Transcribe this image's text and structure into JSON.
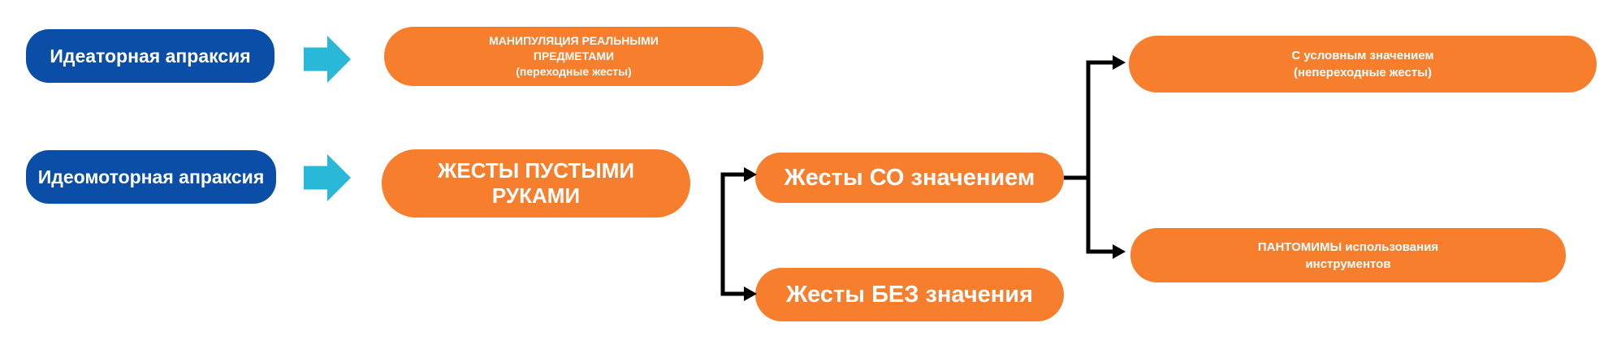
{
  "diagram_title": "",
  "colors": {
    "node_blue": "#0B4EA8",
    "node_orange": "#F77E2C",
    "flow_arrow_cyan": "#29B8D8",
    "connector_black": "#000000",
    "label_white": "#FFFFFF",
    "background": "#FFFFFF"
  },
  "icons": {
    "flow_arrow": "right-block-arrow",
    "connector_arrowhead": "right-arrowhead"
  },
  "nodes": {
    "ideational": {
      "label": "Идеаторная апраксия"
    },
    "ideomotor": {
      "label": "Идеомоторная апраксия"
    },
    "manipulation": {
      "label": "МАНИПУЛЯЦИЯ РЕАЛЬНЫМИ\nПРЕДМЕТАМИ\n(переходные жесты)"
    },
    "empty_hands": {
      "label": "ЖЕСТЫ ПУСТЫМИ\nРУКАМИ"
    },
    "with_meaning": {
      "label": "Жесты СО значением"
    },
    "without_meaning": {
      "label": "Жесты БЕЗ значения"
    },
    "conventional": {
      "label": "С условным значением\n(непереходные жесты)"
    },
    "pantomime": {
      "label": "ПАНТОМИМЫ использования\nинструментов"
    }
  }
}
